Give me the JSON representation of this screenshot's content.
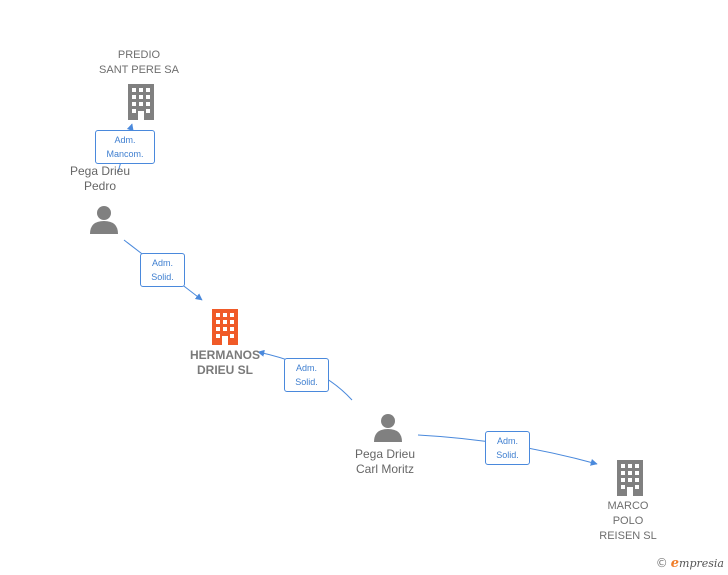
{
  "nodes": {
    "predio": {
      "label": "PREDIO\nSANT PERE SA",
      "kind": "company",
      "color": "#808080"
    },
    "pega_pedro": {
      "label": "Pega Drieu\nPedro",
      "kind": "person",
      "color": "#808080"
    },
    "hermanos": {
      "label": "HERMANOS\nDRIEU  SL",
      "kind": "company",
      "color": "#f05a28"
    },
    "pega_carl": {
      "label": "Pega Drieu\nCarl Moritz",
      "kind": "person",
      "color": "#808080"
    },
    "marco": {
      "label": "MARCO\nPOLO\nREISEN  SL",
      "kind": "company",
      "color": "#808080"
    }
  },
  "edges": {
    "pedro_predio": "Adm.\nMancom.",
    "pedro_hermanos": "Adm.\nSolid.",
    "carl_hermanos": "Adm.\nSolid.",
    "carl_marco": "Adm.\nSolid."
  },
  "edge_color": "#4a89dc",
  "footer": {
    "copyright": "©",
    "brand_initial": "e",
    "brand_rest": "mpresia"
  }
}
